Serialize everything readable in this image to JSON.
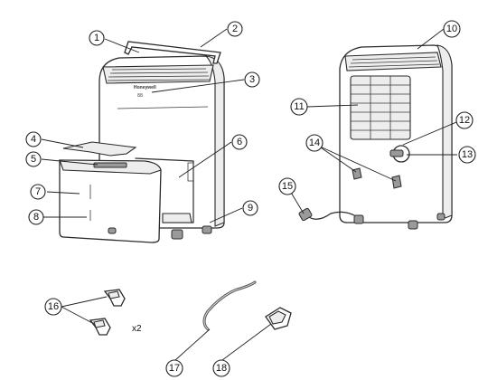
{
  "callouts": [
    "1",
    "2",
    "3",
    "4",
    "5",
    "6",
    "7",
    "8",
    "9",
    "10",
    "11",
    "12",
    "13",
    "14",
    "15",
    "16",
    "17",
    "18"
  ],
  "brand_text": "Honeywell",
  "display_text": "88",
  "quantity_label": "x2"
}
